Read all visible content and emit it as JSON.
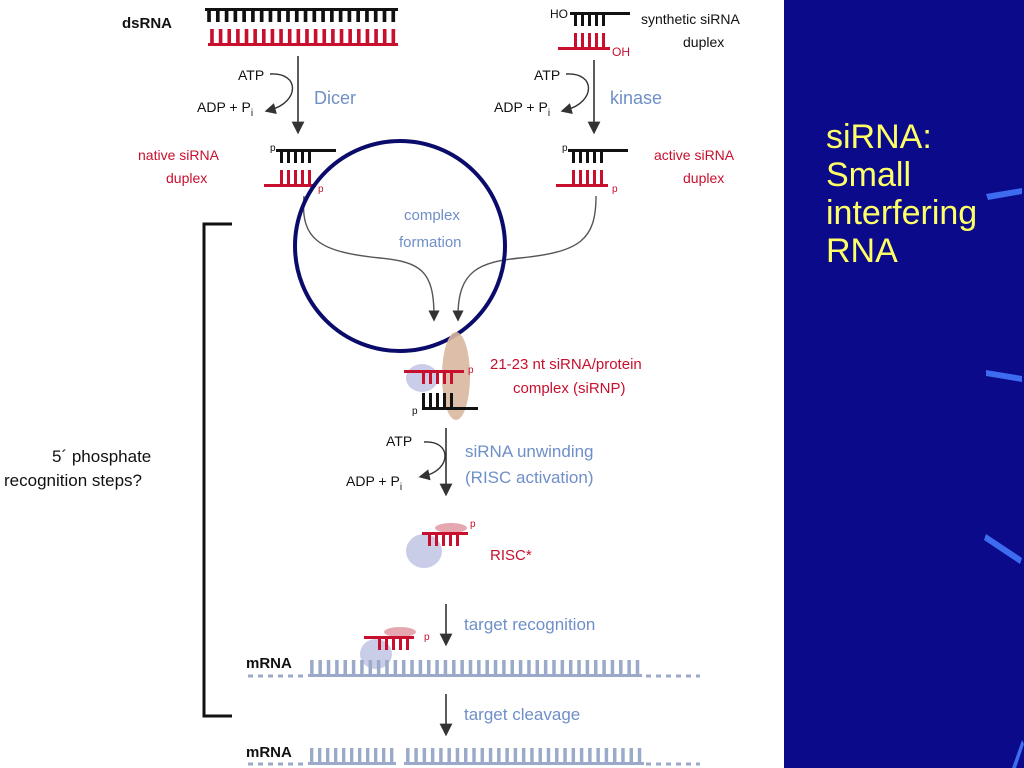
{
  "slide": {
    "title_lines": [
      "siRNA:",
      "Small",
      "interfering",
      "RNA"
    ],
    "background_color": "#0a0a8a",
    "title_color": "#ffff66"
  },
  "diagram": {
    "colors": {
      "black": "#111111",
      "red": "#c8102e",
      "blue": "#6f8fc8",
      "circle": "#0b0b6b",
      "protein": "#d9b8a0",
      "risc_blob": "#c9cde8"
    },
    "left_branch": {
      "input_label": "dsRNA",
      "cofactor_in": "ATP",
      "cofactor_out": "ADP + P",
      "cofactor_out_sub": "i",
      "enzyme": "Dicer",
      "product_line1": "native siRNA",
      "product_line2": "duplex"
    },
    "right_branch": {
      "input_label_line1": "synthetic siRNA",
      "input_label_line2": "duplex",
      "ho_label": "HO",
      "oh_label": "OH",
      "cofactor_in": "ATP",
      "cofactor_out": "ADP + P",
      "cofactor_out_sub": "i",
      "enzyme": "kinase",
      "product_line1": "active siRNA",
      "product_line2": "duplex"
    },
    "phosphate_label": "p",
    "complex_formation_line1": "complex",
    "complex_formation_line2": "formation",
    "sirnp_line1": "21-23 nt siRNA/protein",
    "sirnp_line2": "complex (siRNP)",
    "unwinding": {
      "cofactor_in": "ATP",
      "cofactor_out": "ADP + P",
      "cofactor_out_sub": "i",
      "line1": "siRNA unwinding",
      "line2": "(RISC activation)"
    },
    "risc_label": "RISC*",
    "target_recognition": "target recognition",
    "target_cleavage": "target cleavage",
    "mrna_label": "mRNA",
    "bracket_line1": "5´ phosphate",
    "bracket_line2": "recognition steps?"
  }
}
